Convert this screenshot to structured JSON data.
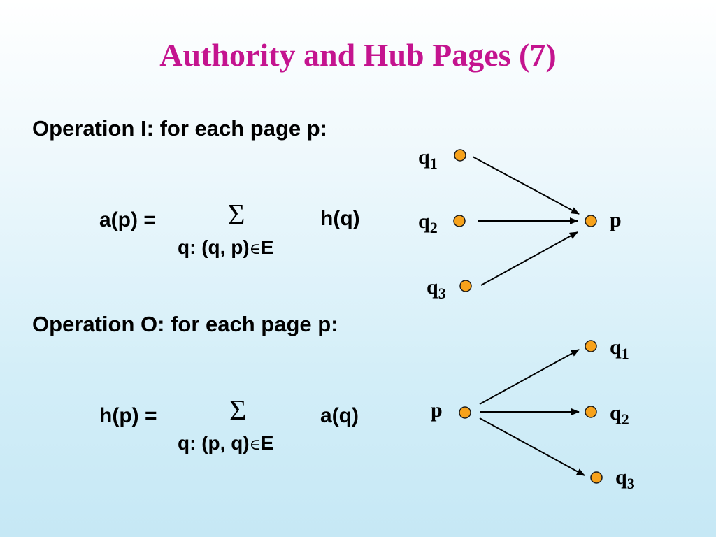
{
  "title": "Authority and Hub Pages (7)",
  "operation_I": {
    "heading": "Operation I: for each page p:",
    "lhs": "a(p) =",
    "sigma": "Σ",
    "summand": "h(q)",
    "range_pre": "q: (q, p)",
    "range_elem": "∈",
    "range_post": "E",
    "nodes": {
      "q1": {
        "base": "q",
        "sub": "1"
      },
      "q2": {
        "base": "q",
        "sub": "2"
      },
      "q3": {
        "base": "q",
        "sub": "3"
      },
      "p": {
        "base": "p"
      }
    }
  },
  "operation_O": {
    "heading": "Operation O: for each page p:",
    "lhs": "h(p) =",
    "sigma": "Σ",
    "summand": "a(q)",
    "range_pre": "q: (p, q)",
    "range_elem": "∈",
    "range_post": "E",
    "nodes": {
      "p": {
        "base": "p"
      },
      "q1": {
        "base": "q",
        "sub": "1"
      },
      "q2": {
        "base": "q",
        "sub": "2"
      },
      "q3": {
        "base": "q",
        "sub": "3"
      }
    }
  },
  "colors": {
    "title": "#c4148f",
    "node_fill": "#f7a21b",
    "node_stroke": "#1a1a1a",
    "background_top": "#ffffff",
    "background_bottom": "#c6e8f5"
  }
}
